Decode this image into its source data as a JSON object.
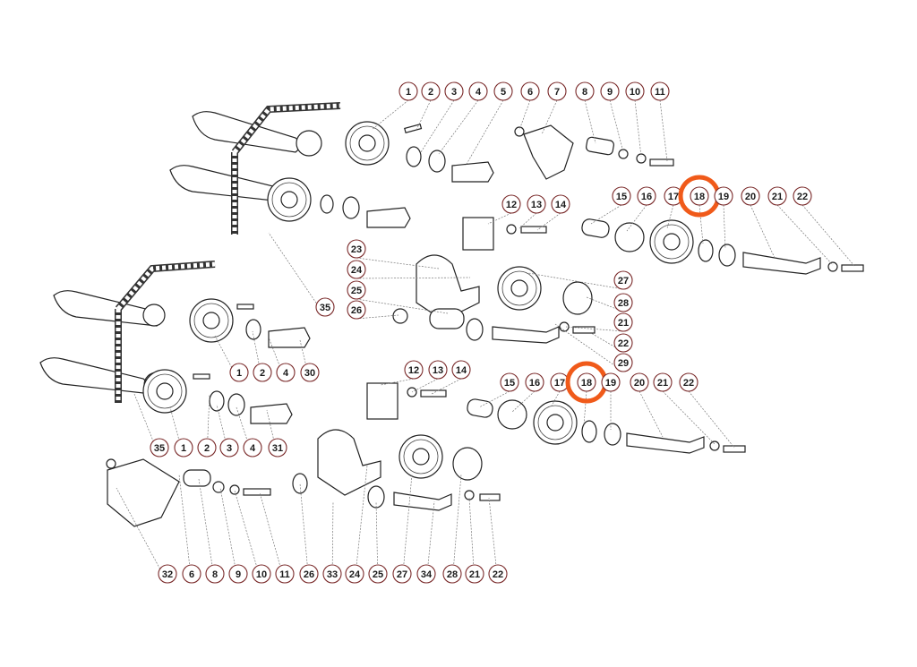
{
  "colors": {
    "highlight": "#f05a1a",
    "callout_border": "#7a2a2a",
    "text": "#1a1a1a"
  },
  "callouts": [
    {
      "label": "1"
    },
    {
      "label": "2"
    },
    {
      "label": "3"
    },
    {
      "label": "4"
    },
    {
      "label": "5"
    },
    {
      "label": "6"
    },
    {
      "label": "7"
    },
    {
      "label": "8"
    },
    {
      "label": "9"
    },
    {
      "label": "10"
    },
    {
      "label": "11"
    },
    {
      "label": "12"
    },
    {
      "label": "13"
    },
    {
      "label": "14"
    },
    {
      "label": "15"
    },
    {
      "label": "16"
    },
    {
      "label": "17"
    },
    {
      "label": "18"
    },
    {
      "label": "19"
    },
    {
      "label": "20"
    },
    {
      "label": "21"
    },
    {
      "label": "22"
    },
    {
      "label": "23"
    },
    {
      "label": "24"
    },
    {
      "label": "25"
    },
    {
      "label": "26"
    },
    {
      "label": "27"
    },
    {
      "label": "28"
    },
    {
      "label": "21"
    },
    {
      "label": "22"
    },
    {
      "label": "29"
    },
    {
      "label": "35"
    },
    {
      "label": "1"
    },
    {
      "label": "2"
    },
    {
      "label": "4"
    },
    {
      "label": "30"
    },
    {
      "label": "35"
    },
    {
      "label": "1"
    },
    {
      "label": "2"
    },
    {
      "label": "3"
    },
    {
      "label": "4"
    },
    {
      "label": "31"
    },
    {
      "label": "12"
    },
    {
      "label": "13"
    },
    {
      "label": "14"
    },
    {
      "label": "15"
    },
    {
      "label": "16"
    },
    {
      "label": "17"
    },
    {
      "label": "18"
    },
    {
      "label": "19"
    },
    {
      "label": "20"
    },
    {
      "label": "21"
    },
    {
      "label": "22"
    },
    {
      "label": "32"
    },
    {
      "label": "6"
    },
    {
      "label": "8"
    },
    {
      "label": "9"
    },
    {
      "label": "10"
    },
    {
      "label": "11"
    },
    {
      "label": "26"
    },
    {
      "label": "33"
    },
    {
      "label": "24"
    },
    {
      "label": "25"
    },
    {
      "label": "27"
    },
    {
      "label": "34"
    },
    {
      "label": "28"
    },
    {
      "label": "21"
    },
    {
      "label": "22"
    }
  ],
  "highlighted_labels": [
    "18"
  ]
}
